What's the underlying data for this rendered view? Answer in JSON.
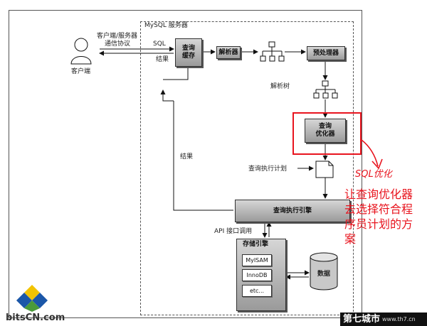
{
  "diagram": {
    "client_label": "客户端",
    "protocol_label_line1": "客户端/服务器",
    "protocol_label_line2": "通信协议",
    "server_title": "MySQL 服务器",
    "sql_label": "SQL",
    "result_label_top": "结果",
    "query_cache_line1": "查询",
    "query_cache_line2": "缓存",
    "parser_label": "解析器",
    "preprocessor_label": "预处理器",
    "parse_tree_label": "解析树",
    "optimizer_line1": "查询",
    "optimizer_line2": "优化器",
    "result_label_left": "结果",
    "query_plan_label": "查询执行计划",
    "execution_engine_label": "查询执行引擎",
    "api_call_label": "API 接口调用",
    "storage_engine_label": "存储引擎",
    "engines": [
      "MyISAM",
      "InnoDB",
      "etc..."
    ],
    "data_label": "数据"
  },
  "annotation": {
    "title": "SQL优化",
    "line1": "让查询优化器",
    "line2": "去选择符合程",
    "line3": "序员计划的方",
    "line4": "案"
  },
  "logo_text": "bitsCN.com",
  "watermark": {
    "left": "第七城市",
    "right": "www.th7.cn"
  },
  "colors": {
    "annotation_red": "#e8141e",
    "highlight_red": "#e8141e",
    "logo_yellow": "#f2c300",
    "logo_blue": "#1b57a8"
  }
}
